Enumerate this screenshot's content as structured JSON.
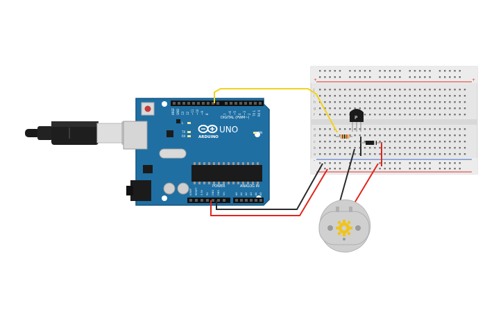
{
  "arduino": {
    "brand": "ARDUINO",
    "model": "UNO",
    "digital_label": "DIGITAL (PWM~)",
    "power_label": "POWER",
    "analog_label": "ANALOG IN",
    "led_l": "L",
    "led_tx": "TX",
    "led_rx": "RX",
    "on_label": "ON",
    "aref": "AREF",
    "gnd": "GND",
    "digital_pins": [
      "13",
      "12",
      "~11",
      "~10",
      "~9",
      "8",
      "7",
      "~6",
      "~5",
      "4",
      "~3",
      "2",
      "TX 1",
      "RX 0"
    ],
    "power_pins": [
      "IOREF",
      "RESET",
      "3.3V",
      "5V",
      "GND",
      "GND",
      "Vin"
    ],
    "analog_pins": [
      "A0",
      "A1",
      "A2",
      "A3",
      "A4",
      "A5"
    ]
  },
  "breadboard": {
    "row_letters_top": [
      "j",
      "i",
      "h",
      "g",
      "f"
    ],
    "row_letters_bottom": [
      "e",
      "d",
      "c",
      "b",
      "a"
    ],
    "rail_plus": "+",
    "rail_minus": "-"
  },
  "transistor": {
    "label": "P"
  },
  "colors": {
    "board": "#1f6fa3",
    "board_dark": "#17557e",
    "wire_yellow": "#f2d21b",
    "wire_red": "#e0251b",
    "wire_black": "#2a2a2a",
    "rail_red": "#e0302a",
    "rail_blue": "#3b66c4",
    "motor_gear": "#f0c419"
  }
}
